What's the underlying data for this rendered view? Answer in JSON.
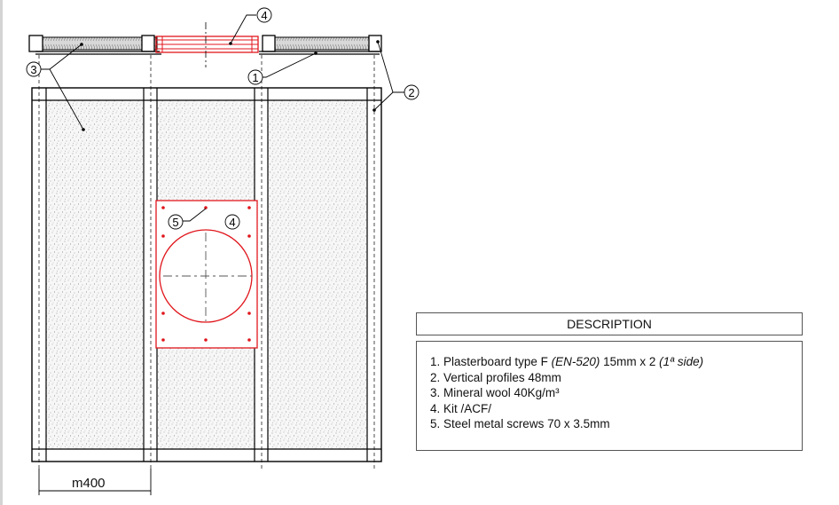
{
  "callouts": [
    "1",
    "2",
    "3",
    "4",
    "5"
  ],
  "description": {
    "title": "DESCRIPTION",
    "items": [
      {
        "n": "1.",
        "text": "Plasterboard  type F ",
        "italic": "(EN-520)",
        "text2": " 15mm x 2 ",
        "italic2": "(1ª side)"
      },
      {
        "n": "2.",
        "text": "Vertical profiles 48mm"
      },
      {
        "n": "3.",
        "text": "Mineral wool 40Kg/m³"
      },
      {
        "n": "4.",
        "text": "Kit /ACF/"
      },
      {
        "n": "5.",
        "text": "Steel metal screws 70 x 3.5mm"
      }
    ]
  },
  "dimension": {
    "prefix": "m",
    "value": "400"
  },
  "colors": {
    "accent": "#e0161c",
    "line": "#000000",
    "wool": "#bfbfbf"
  }
}
